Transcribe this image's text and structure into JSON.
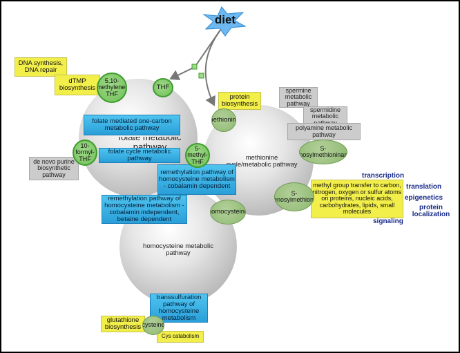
{
  "diagram": {
    "diet": "diet",
    "pathways": {
      "folate": "folate metabolic pathway",
      "methionine": "methionine cycle/metabolic pathway",
      "homocysteine": "homocysteine metabolic pathway"
    },
    "yellow_boxes": {
      "dna_synthesis": "DNA synthesis, DNA repair",
      "dtmp": "dTMP biosynthesis",
      "protein_bio": "protein biosynthesis",
      "methyl_transfer": "methyl group transfer to carbon, nitrogen, oxygen or sulfur atoms on proteins, nucleic acids, carbohydrates, lipids, small molecules",
      "glutathione": "glutathione biosynthesis",
      "cys_catabolism": "Cys catabolism"
    },
    "gray_boxes": {
      "spermine": "spermine metabolic pathway",
      "spermidine": "spermidine metabolic pathway",
      "polyamine": "polyamine metabolic pathway",
      "denovo": "de novo purine biosynthetic pathway"
    },
    "blue_boxes": {
      "folate_one_carbon": "folate mediated one-carbon metabolic pathway",
      "folate_cycle": "folate cycle metabolic pathway",
      "remeth_cobalamin_dep": "remethylation pathway of homocysteine metabolism - cobalamin dependent",
      "remeth_cobalamin_indep": "remethylation pathway of homocysteine metabolism - cobalamin independent, betaine dependent",
      "transsulfuration": "transsulfuration pathway of homocysteine metabolism"
    },
    "metabolites": {
      "methylene_thf": "5,10-methylene-THF",
      "thf": "THF",
      "formyl_thf": "10-formyl-THF",
      "methyl_thf": "5-methyl-THF",
      "methionine": "methionine",
      "sam_amine": "S-adenosylmethioninamine",
      "sam": "S-adenosylmethionine",
      "homocysteine": "homocysteine",
      "cysteine": "cysteine"
    },
    "effects": [
      "transcription",
      "translation",
      "epigenetics",
      "protein localization",
      "signaling"
    ]
  },
  "colors": {
    "yellow_box": "#f2ee4a",
    "gray_box": "#cccccc",
    "blue_box": "#2a9fd8",
    "green_node": "#6fbf55",
    "pathway_sphere": "#c8c8c8",
    "effect_text": "#1a2c8a"
  }
}
